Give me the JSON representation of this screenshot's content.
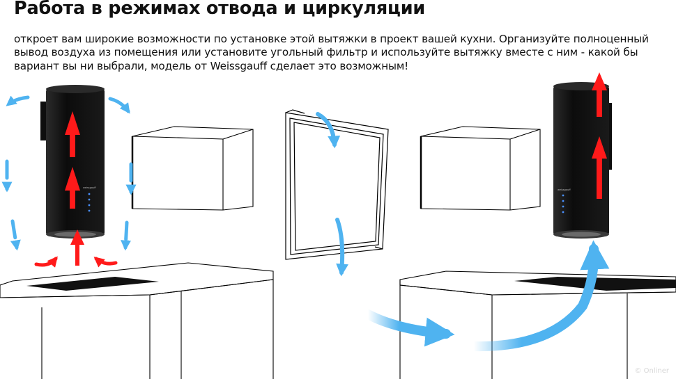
{
  "heading": "Работа в режимах отвода и циркуляции",
  "description": "откроет вам широкие возможности по установке этой вытяжки в проект вашей кухни. Организуйте полноценный вывод воздуха из помещения или установите угольный фильтр и используйте вытяжку вместе с ним - какой бы вариант вы ни выбрали, модель от Weissgauff сделает это возможным!",
  "hood_brand_mark": "weissgauff",
  "watermark": "© Onliner",
  "colors": {
    "blue_arrow": "#4fb3f0",
    "red_arrow": "#ff1a1a",
    "hood_body": "#111111",
    "line": "#000000"
  },
  "icons": {
    "airflow_blue": "arrow-blue-icon",
    "airflow_red": "arrow-red-icon"
  }
}
